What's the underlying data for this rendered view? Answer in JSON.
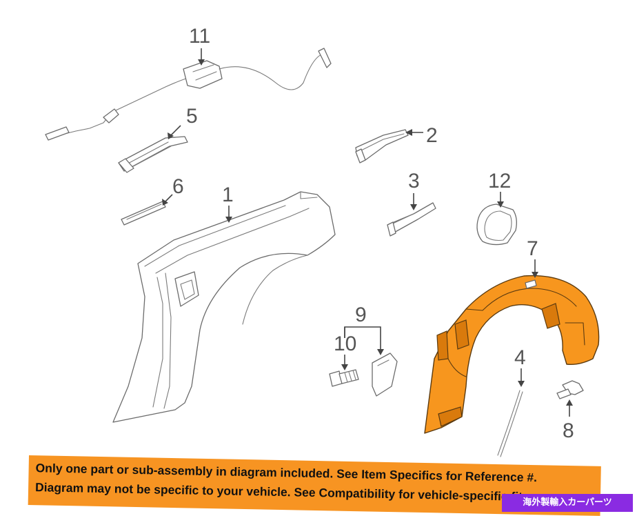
{
  "diagram": {
    "callouts": [
      "11",
      "5",
      "2",
      "6",
      "1",
      "3",
      "12",
      "7",
      "9",
      "10",
      "4",
      "8"
    ],
    "highlight_color": "#f7961e"
  },
  "disclaimer": {
    "line1": "Only one part or sub-assembly in diagram included. See Item Specifics for Reference #.",
    "line2": "Diagram may not be specific to your vehicle. See Compatibility for vehicle-specific fit.",
    "background": "#f79422"
  },
  "watermark": {
    "text": "海外製輸入カーパーツ",
    "background": "#8a2be2"
  }
}
